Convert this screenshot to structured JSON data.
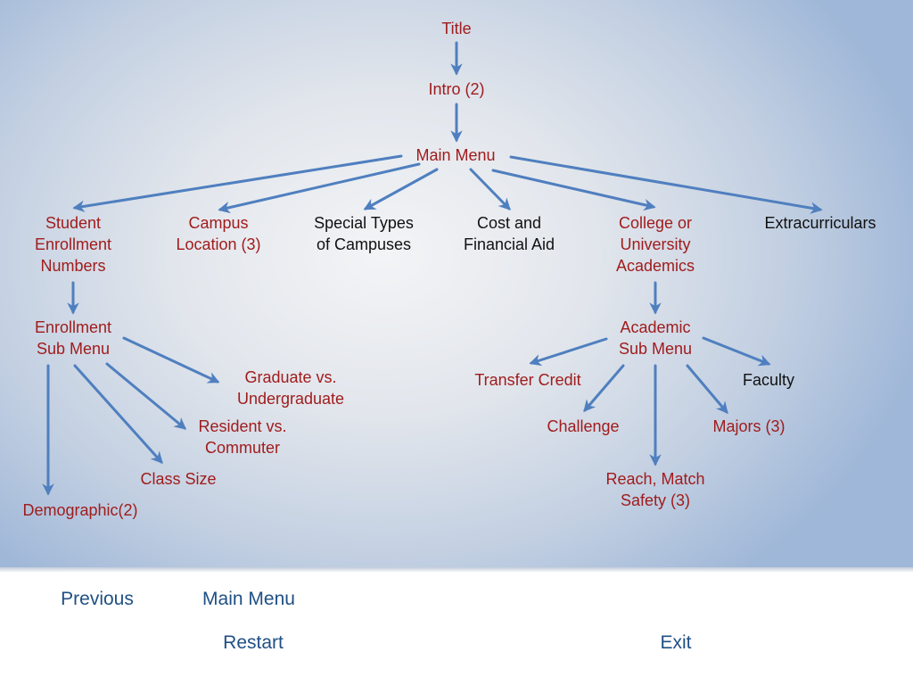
{
  "diagram": {
    "nodes": [
      {
        "id": "title",
        "lines": [
          "Title"
        ],
        "color": "red"
      },
      {
        "id": "intro",
        "lines": [
          "Intro (2)"
        ],
        "color": "red"
      },
      {
        "id": "main-menu",
        "lines": [
          "Main Menu"
        ],
        "color": "red"
      },
      {
        "id": "student-enrollment",
        "lines": [
          "Student",
          "Enrollment",
          "Numbers"
        ],
        "color": "red"
      },
      {
        "id": "campus-location",
        "lines": [
          "Campus",
          "Location (3)"
        ],
        "color": "red"
      },
      {
        "id": "special-types",
        "lines": [
          "Special Types",
          "of Campuses"
        ],
        "color": "black"
      },
      {
        "id": "cost-aid",
        "lines": [
          "Cost and",
          "Financial Aid"
        ],
        "color": "black"
      },
      {
        "id": "college-academics",
        "lines": [
          "College or",
          "University",
          "Academics"
        ],
        "color": "red"
      },
      {
        "id": "extracurriculars",
        "lines": [
          "Extracurriculars"
        ],
        "color": "black"
      },
      {
        "id": "enrollment-sub-menu",
        "lines": [
          "Enrollment",
          "Sub Menu"
        ],
        "color": "red"
      },
      {
        "id": "grad-undergrad",
        "lines": [
          "Graduate vs.",
          "Undergraduate"
        ],
        "color": "red"
      },
      {
        "id": "resident-commuter",
        "lines": [
          "Resident vs.",
          "Commuter"
        ],
        "color": "red"
      },
      {
        "id": "class-size",
        "lines": [
          "Class Size"
        ],
        "color": "red"
      },
      {
        "id": "demographic",
        "lines": [
          "Demographic(2)"
        ],
        "color": "red"
      },
      {
        "id": "academic-sub-menu",
        "lines": [
          "Academic",
          "Sub Menu"
        ],
        "color": "red"
      },
      {
        "id": "transfer-credit",
        "lines": [
          "Transfer Credit"
        ],
        "color": "red"
      },
      {
        "id": "faculty",
        "lines": [
          "Faculty"
        ],
        "color": "black"
      },
      {
        "id": "challenge",
        "lines": [
          "Challenge"
        ],
        "color": "red"
      },
      {
        "id": "majors",
        "lines": [
          "Majors (3)"
        ],
        "color": "red"
      },
      {
        "id": "reach-match",
        "lines": [
          "Reach, Match",
          "Safety (3)"
        ],
        "color": "red"
      }
    ],
    "edges": [
      [
        "title",
        "intro"
      ],
      [
        "intro",
        "main-menu"
      ],
      [
        "main-menu",
        "student-enrollment"
      ],
      [
        "main-menu",
        "campus-location"
      ],
      [
        "main-menu",
        "special-types"
      ],
      [
        "main-menu",
        "cost-aid"
      ],
      [
        "main-menu",
        "college-academics"
      ],
      [
        "main-menu",
        "extracurriculars"
      ],
      [
        "student-enrollment",
        "enrollment-sub-menu"
      ],
      [
        "enrollment-sub-menu",
        "grad-undergrad"
      ],
      [
        "enrollment-sub-menu",
        "resident-commuter"
      ],
      [
        "enrollment-sub-menu",
        "class-size"
      ],
      [
        "enrollment-sub-menu",
        "demographic"
      ],
      [
        "college-academics",
        "academic-sub-menu"
      ],
      [
        "academic-sub-menu",
        "transfer-credit"
      ],
      [
        "academic-sub-menu",
        "faculty"
      ],
      [
        "academic-sub-menu",
        "challenge"
      ],
      [
        "academic-sub-menu",
        "majors"
      ],
      [
        "academic-sub-menu",
        "reach-match"
      ]
    ],
    "colors": {
      "red": "#a01c1c",
      "black": "#111111",
      "arrow": "#4f7fbf",
      "nav": "#1f4f84"
    }
  },
  "nav": {
    "previous": "Previous",
    "main_menu": "Main Menu",
    "restart": "Restart",
    "exit": "Exit"
  }
}
